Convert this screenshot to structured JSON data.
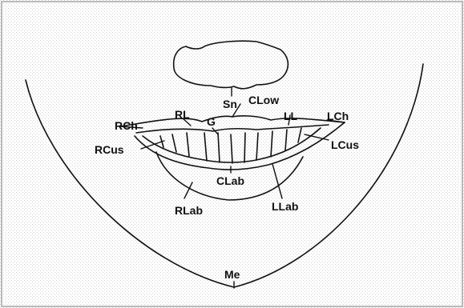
{
  "diagram": {
    "labels": {
      "sn": "Sn",
      "clow": "CLow",
      "rch": "RCh",
      "rl": "RL",
      "g": "G",
      "ll": "LL",
      "lch": "LCh",
      "rcus": "RCus",
      "lcus": "LCus",
      "clab": "CLab",
      "rlab": "RLab",
      "llab": "LLab",
      "me": "Me"
    }
  },
  "colors": {
    "ink": "#111111",
    "paper": "#ffffff",
    "frame": "#b9b9b9"
  }
}
